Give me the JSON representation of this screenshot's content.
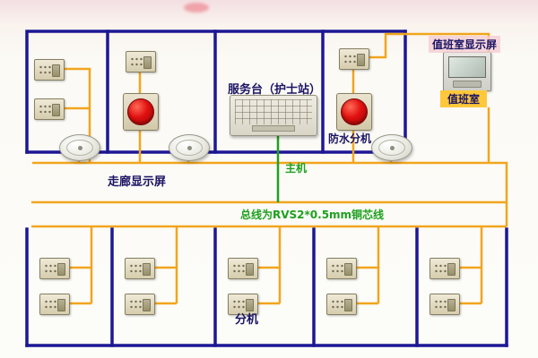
{
  "labels": {
    "duty_room_display": "值班室显示屏",
    "duty_room": "值班室",
    "service_desk": "服务台（护士站）",
    "waterproof_extension": "防水分机",
    "host": "主机",
    "corridor_display": "走廊显示屏",
    "bus_spec": "总线为RVS2*0.5mm铜芯线",
    "extension": "分机"
  },
  "colors": {
    "wall_blue": "#1d1795",
    "wire_orange": "#f2a51e",
    "line_green": "#1fa01f",
    "button_red": "#d51313",
    "duty_room_highlight": "#ffc83a",
    "display_label_highlight": "#f4cdd2",
    "label_navy": "#1b1464"
  },
  "devices": {
    "intercom_extension_count": 14,
    "emergency_call_button_count": 2,
    "corridor_speaker_count": 3,
    "service_keyboard_count": 1,
    "duty_room_monitor_count": 1
  }
}
